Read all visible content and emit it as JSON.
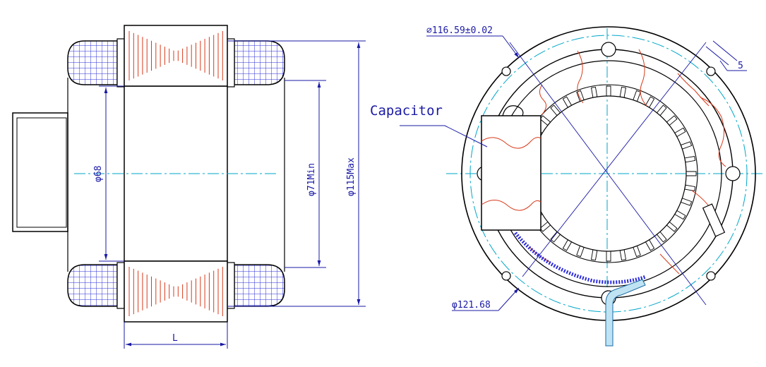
{
  "colors": {
    "outline": "#000000",
    "dimension": "#1a1aa6",
    "centerline": "#00a6c8",
    "coil": "#d83a1a",
    "winding": "#2b2bd8",
    "lead": "#4fb0d8"
  },
  "side_view": {
    "dim_inner": "φ68",
    "dim_min": "φ71Min",
    "dim_max": "φ115Max",
    "dim_length": "L"
  },
  "front_view": {
    "dim_bore": "⌀116.59±0.02",
    "dim_outer": "φ121.68",
    "dim_slot": "5",
    "callout": "Capacitor"
  }
}
